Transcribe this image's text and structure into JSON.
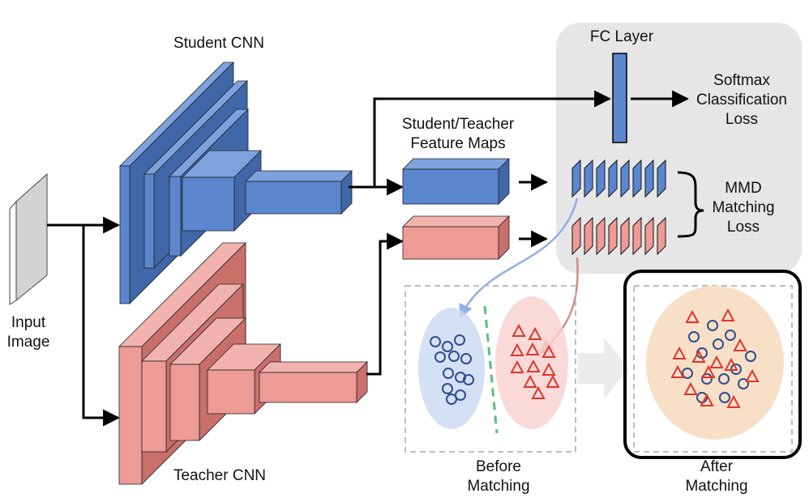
{
  "labels": {
    "student_cnn": "Student CNN",
    "teacher_cnn": "Teacher CNN",
    "input_line1": "Input",
    "input_line2": "Image",
    "feature_maps_line1": "Student/Teacher",
    "feature_maps_line2": "Feature Maps",
    "fc_layer": "FC Layer",
    "softmax_line1": "Softmax",
    "softmax_line2": "Classification",
    "softmax_line3": "Loss",
    "mmd_line1": "MMD",
    "mmd_line2": "Matching",
    "mmd_line3": "Loss",
    "before_line1": "Before",
    "before_line2": "Matching",
    "after_line1": "After",
    "after_line2": "Matching"
  },
  "colors": {
    "student_front": "#5b87cf",
    "student_top": "#7ea2dd",
    "student_side": "#4068a8",
    "teacher_front": "#ee9a95",
    "teacher_top": "#f2b3ae",
    "teacher_side": "#c9706b",
    "circle_marker": "#2e4d8f",
    "triangle_marker": "#e0352b",
    "loss_panel": "#e6e6e6",
    "divider": "#5cbf7d"
  }
}
